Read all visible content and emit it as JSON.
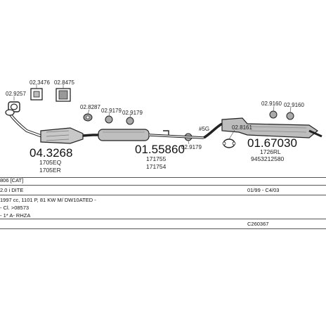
{
  "parts": {
    "p1": {
      "code": "02.9257"
    },
    "p2": {
      "code": "02.3476"
    },
    "p3": {
      "code": "02.8475"
    },
    "p4": {
      "code": "02.8287"
    },
    "p5": {
      "code": "02.9179"
    },
    "p6": {
      "code": "02.9179"
    },
    "p7": {
      "code": "02.9179"
    },
    "p8": {
      "code": "02.9160"
    },
    "p9": {
      "code": "02.9160"
    },
    "p10": {
      "code": "02.8161"
    },
    "p11": {
      "code": "#5G"
    }
  },
  "main_parts": {
    "cat": {
      "code": "04.3268",
      "ref1": "1705EQ",
      "ref2": "1705ER"
    },
    "mid": {
      "code": "01.55860",
      "ref1": "171755",
      "ref2": "171754"
    },
    "rear": {
      "code": "01.67030",
      "ref1": "1726RL",
      "ref2": "9453212580"
    }
  },
  "info_rows": [
    {
      "left": "806 [CAT]",
      "right": ""
    },
    {
      "left": "2.0 i DITE",
      "right": "01/99 - C4/03"
    },
    {
      "left": "1997 cc, 1101 P, 81 KW M/ DW10ATED -",
      "right": ""
    },
    {
      "left": "- Cl. >08573",
      "right": ""
    },
    {
      "left": "- 1* A- RHZA",
      "right": ""
    },
    {
      "left": "",
      "right": "C260367"
    }
  ]
}
